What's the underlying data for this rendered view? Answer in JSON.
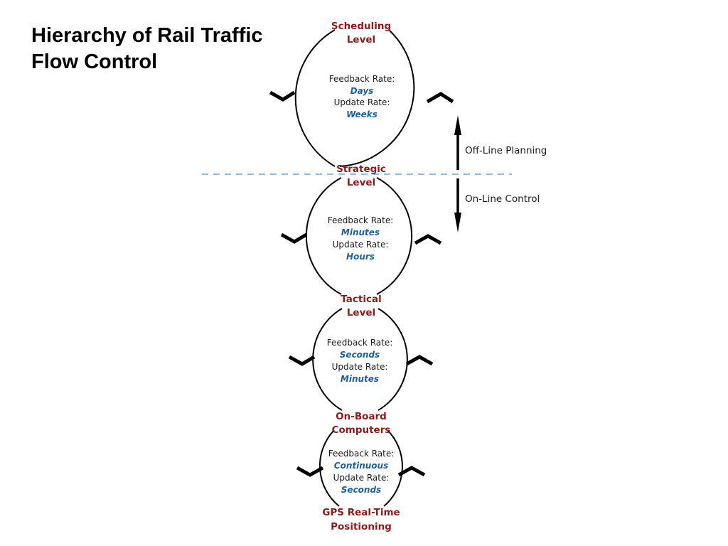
{
  "title_lines": [
    "Hierarchy of Rail Traffic",
    "Flow Control"
  ],
  "colors": {
    "level_label": "#8b1c1c",
    "rate_value": "#1f5f9a",
    "divider": "#5b8fd0",
    "stroke": "#000000",
    "text": "#1a1a1a"
  },
  "levels": [
    {
      "lines": [
        "Scheduling",
        "Level"
      ]
    },
    {
      "lines": [
        "Strategic",
        "Level"
      ]
    },
    {
      "lines": [
        "Tactical",
        "Level"
      ]
    },
    {
      "lines": [
        "On-Board",
        "Computers"
      ]
    },
    {
      "lines": [
        "GPS Real-Time",
        "Positioning"
      ]
    }
  ],
  "loops": [
    {
      "feedback_label": "Feedback Rate:",
      "feedback_value": "Days",
      "update_label": "Update Rate:",
      "update_value": "Weeks"
    },
    {
      "feedback_label": "Feedback Rate:",
      "feedback_value": "Minutes",
      "update_label": "Update Rate:",
      "update_value": "Hours"
    },
    {
      "feedback_label": "Feedback Rate:",
      "feedback_value": "Seconds",
      "update_label": "Update Rate:",
      "update_value": "Minutes"
    },
    {
      "feedback_label": "Feedback Rate:",
      "feedback_value": "Continuous",
      "update_label": "Update Rate:",
      "update_value": "Seconds"
    }
  ],
  "side_labels": {
    "up": "Off-Line Planning",
    "down": "On-Line Control"
  }
}
